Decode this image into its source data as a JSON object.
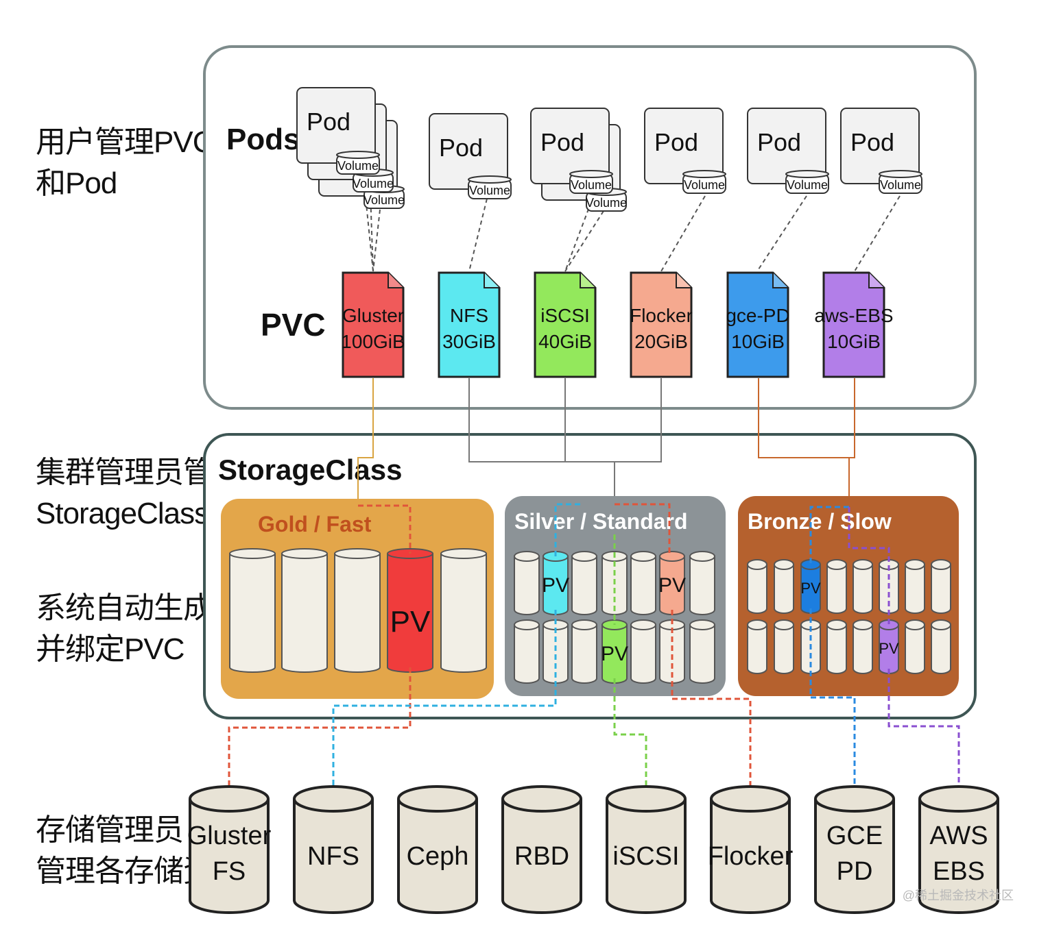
{
  "labels": {
    "user": [
      "用户管理PVC",
      "和Pod"
    ],
    "admin": [
      "集群管理员管理",
      "StorageClass"
    ],
    "system": [
      "系统自动生成PV",
      "并绑定PVC"
    ],
    "storage_admin": [
      "存储管理员",
      "管理各存储资源"
    ]
  },
  "top_section": {
    "pods_title": "Pods",
    "pvc_title": "PVC",
    "pod_label": "Pod",
    "volume_label": "Volume"
  },
  "pvcs": [
    {
      "name": "Gluster",
      "size": "100GiB",
      "color": "#f05a5a",
      "fold": "#f28a8a"
    },
    {
      "name": "NFS",
      "size": "30GiB",
      "color": "#5ce8f0",
      "fold": "#8cf0f5"
    },
    {
      "name": "iSCSI",
      "size": "40GiB",
      "color": "#93e85c",
      "fold": "#b8f08c"
    },
    {
      "name": "Flocker",
      "size": "20GiB",
      "color": "#f5a98f",
      "fold": "#f8c2b0"
    },
    {
      "name": "gce-PD",
      "size": "10GiB",
      "color": "#3d9bec",
      "fold": "#78bcf2"
    },
    {
      "name": "aws-EBS",
      "size": "10GiB",
      "color": "#b27ee8",
      "fold": "#cca8f0"
    }
  ],
  "storage_class": {
    "title": "StorageClass",
    "classes": [
      {
        "name": "Gold / Fast",
        "color": "#e3a64a",
        "label_color": "#c0501e"
      },
      {
        "name": "Silver / Standard",
        "color": "#8c9397",
        "label_color": "#ffffff"
      },
      {
        "name": "Bronze / Slow",
        "color": "#b5612e",
        "label_color": "#ffffff"
      }
    ],
    "pv_label": "PV"
  },
  "backends": [
    {
      "lines": [
        "Gluster",
        "FS"
      ]
    },
    {
      "lines": [
        "NFS"
      ]
    },
    {
      "lines": [
        "Ceph"
      ]
    },
    {
      "lines": [
        "RBD"
      ]
    },
    {
      "lines": [
        "iSCSI"
      ]
    },
    {
      "lines": [
        "Flocker"
      ]
    },
    {
      "lines": [
        "GCE",
        "PD"
      ]
    },
    {
      "lines": [
        "AWS",
        "EBS"
      ]
    }
  ],
  "watermark": "@稀土掘金技术社区"
}
